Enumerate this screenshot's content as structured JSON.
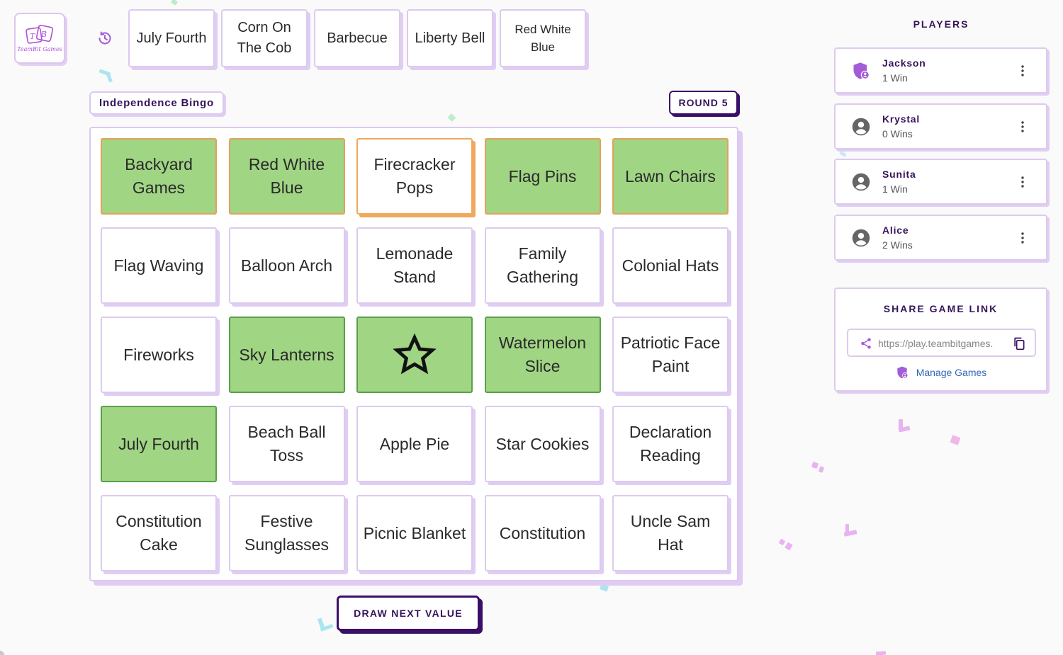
{
  "app": {
    "logo_text": "TeamBit Games"
  },
  "drawn_values": [
    {
      "label": "July Fourth"
    },
    {
      "label": "Corn On The Cob"
    },
    {
      "label": "Barbecue"
    },
    {
      "label": "Liberty Bell"
    },
    {
      "label": "Red White Blue"
    }
  ],
  "game": {
    "title": "Independence Bingo",
    "round": "ROUND 5"
  },
  "board": {
    "cells": [
      {
        "label": "Backyard Games",
        "marked": true
      },
      {
        "label": "Red White Blue",
        "marked": true
      },
      {
        "label": "Firecracker Pops",
        "marked": false,
        "highlighted": true
      },
      {
        "label": "Flag Pins",
        "marked": true
      },
      {
        "label": "Lawn Chairs",
        "marked": true
      },
      {
        "label": "Flag Waving",
        "marked": false
      },
      {
        "label": "Balloon Arch",
        "marked": false
      },
      {
        "label": "Lemonade Stand",
        "marked": false
      },
      {
        "label": "Family Gathering",
        "marked": false
      },
      {
        "label": "Colonial Hats",
        "marked": false
      },
      {
        "label": "Fireworks",
        "marked": false
      },
      {
        "label": "Sky Lanterns",
        "marked": true
      },
      {
        "label": "",
        "marked": true,
        "free": true,
        "icon": "star-icon"
      },
      {
        "label": "Watermelon Slice",
        "marked": true
      },
      {
        "label": "Patriotic Face Paint",
        "marked": false
      },
      {
        "label": "July Fourth",
        "marked": true
      },
      {
        "label": "Beach Ball Toss",
        "marked": false
      },
      {
        "label": "Apple Pie",
        "marked": false
      },
      {
        "label": "Star Cookies",
        "marked": false
      },
      {
        "label": "Declaration Reading",
        "marked": false
      },
      {
        "label": "Constitution Cake",
        "marked": false
      },
      {
        "label": "Festive Sunglasses",
        "marked": false
      },
      {
        "label": "Picnic Blanket",
        "marked": false
      },
      {
        "label": "Constitution",
        "marked": false
      },
      {
        "label": "Uncle Sam Hat",
        "marked": false
      }
    ]
  },
  "actions": {
    "draw_label": "DRAW NEXT VALUE"
  },
  "players": {
    "heading": "PLAYERS",
    "list": [
      {
        "name": "Jackson",
        "wins": "1 Win",
        "icon": "admin-shield-icon"
      },
      {
        "name": "Krystal",
        "wins": "0 Wins",
        "icon": "user-avatar-icon"
      },
      {
        "name": "Sunita",
        "wins": "1 Win",
        "icon": "user-avatar-icon"
      },
      {
        "name": "Alice",
        "wins": "2 Wins",
        "icon": "user-avatar-icon"
      }
    ]
  },
  "share": {
    "heading": "SHARE GAME LINK",
    "url": "https://play.teambitgames.",
    "manage_label": "Manage Games"
  },
  "colors": {
    "accent": "#35135a",
    "marked": "#a0d584",
    "highlight": "#f0a85c",
    "lavender": "#dcc9ee"
  }
}
